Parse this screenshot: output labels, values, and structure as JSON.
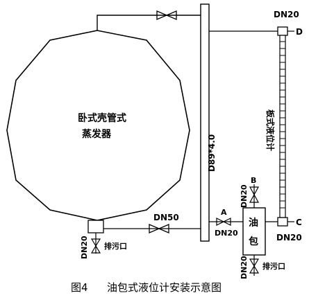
{
  "vessel": {
    "line1": "卧式壳管式",
    "line2": "蒸发器"
  },
  "pipe_vertical_label": "D89*4.0",
  "labels": {
    "dn20_top": "DN20",
    "d": "D",
    "level_gauge": "板式液位计",
    "dn20_b": "DN20",
    "b": "B",
    "a": "A",
    "dn20_a": "DN20",
    "dn50": "DN50",
    "dn20_left": "DN20",
    "drain_left": "排污口",
    "you": "油",
    "bao": "包",
    "dn20_bottom": "DN20",
    "drain_bottom": "排污口",
    "c": "C",
    "dn20_c": "DN20"
  },
  "caption": {
    "fig": "图4",
    "text": "油包式液位计安装示意图"
  }
}
